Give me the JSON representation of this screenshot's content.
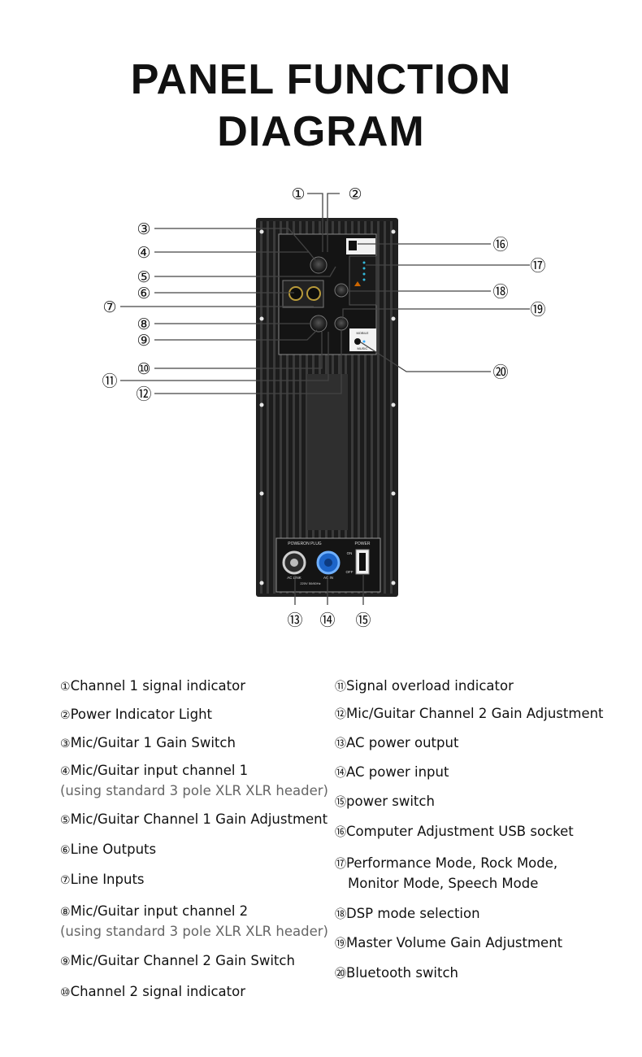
{
  "title": {
    "line1": "PANEL  FUNCTION",
    "line2": "DIAGRAM"
  },
  "panel_labels": {
    "power_on_plug": "POWERON PLUG",
    "power": "POWER",
    "on": "ON",
    "off": "OFF",
    "ac_link": "AC LINK",
    "ac_in": "AC IN",
    "voltage": "220V  50/60Hz",
    "mobile": "MOBILE",
    "music": "MUSIC"
  },
  "callouts": [
    "①",
    "②",
    "③",
    "④",
    "⑤",
    "⑥",
    "⑦",
    "⑧",
    "⑨",
    "⑩",
    "⑪",
    "⑫",
    "⑬",
    "⑭",
    "⑮",
    "⑯",
    "⑰",
    "⑱",
    "⑲",
    "⑳"
  ],
  "legend": {
    "left": [
      {
        "num": "①",
        "text": "Channel 1 signal indicator"
      },
      {
        "num": "②",
        "text": "Power Indicator Light"
      },
      {
        "num": "③",
        "text": "Mic/Guitar 1 Gain Switch"
      },
      {
        "num": "④",
        "text": "Mic/Guitar input channel 1",
        "sub": "(using standard 3 pole XLR XLR header)"
      },
      {
        "num": "⑤",
        "text": "Mic/Guitar Channel 1 Gain Adjustment"
      },
      {
        "num": "⑥",
        "text": "Line Outputs"
      },
      {
        "num": "⑦",
        "text": "Line Inputs"
      },
      {
        "num": "⑧",
        "text": "Mic/Guitar input channel 2",
        "sub": "(using standard 3 pole XLR XLR header)"
      },
      {
        "num": "⑨",
        "text": "Mic/Guitar Channel 2 Gain Switch"
      },
      {
        "num": "⑩",
        "text": "Channel 2 signal indicator"
      }
    ],
    "right": [
      {
        "num": "⑪",
        "text": "Signal overload indicator"
      },
      {
        "num": "⑫",
        "text": "Mic/Guitar Channel 2 Gain Adjustment"
      },
      {
        "num": "⑬",
        "text": "AC power output"
      },
      {
        "num": "⑭",
        "text": "AC power input"
      },
      {
        "num": "⑮",
        "text": "power switch"
      },
      {
        "num": "⑯",
        "text": "Computer Adjustment USB socket"
      },
      {
        "num": "⑰",
        "text": "Performance Mode, Rock Mode,",
        "cont": "Monitor Mode, Speech Mode"
      },
      {
        "num": "⑱",
        "text": "DSP mode selection"
      },
      {
        "num": "⑲",
        "text": "Master Volume Gain Adjustment"
      },
      {
        "num": "⑳",
        "text": "Bluetooth switch"
      }
    ]
  }
}
